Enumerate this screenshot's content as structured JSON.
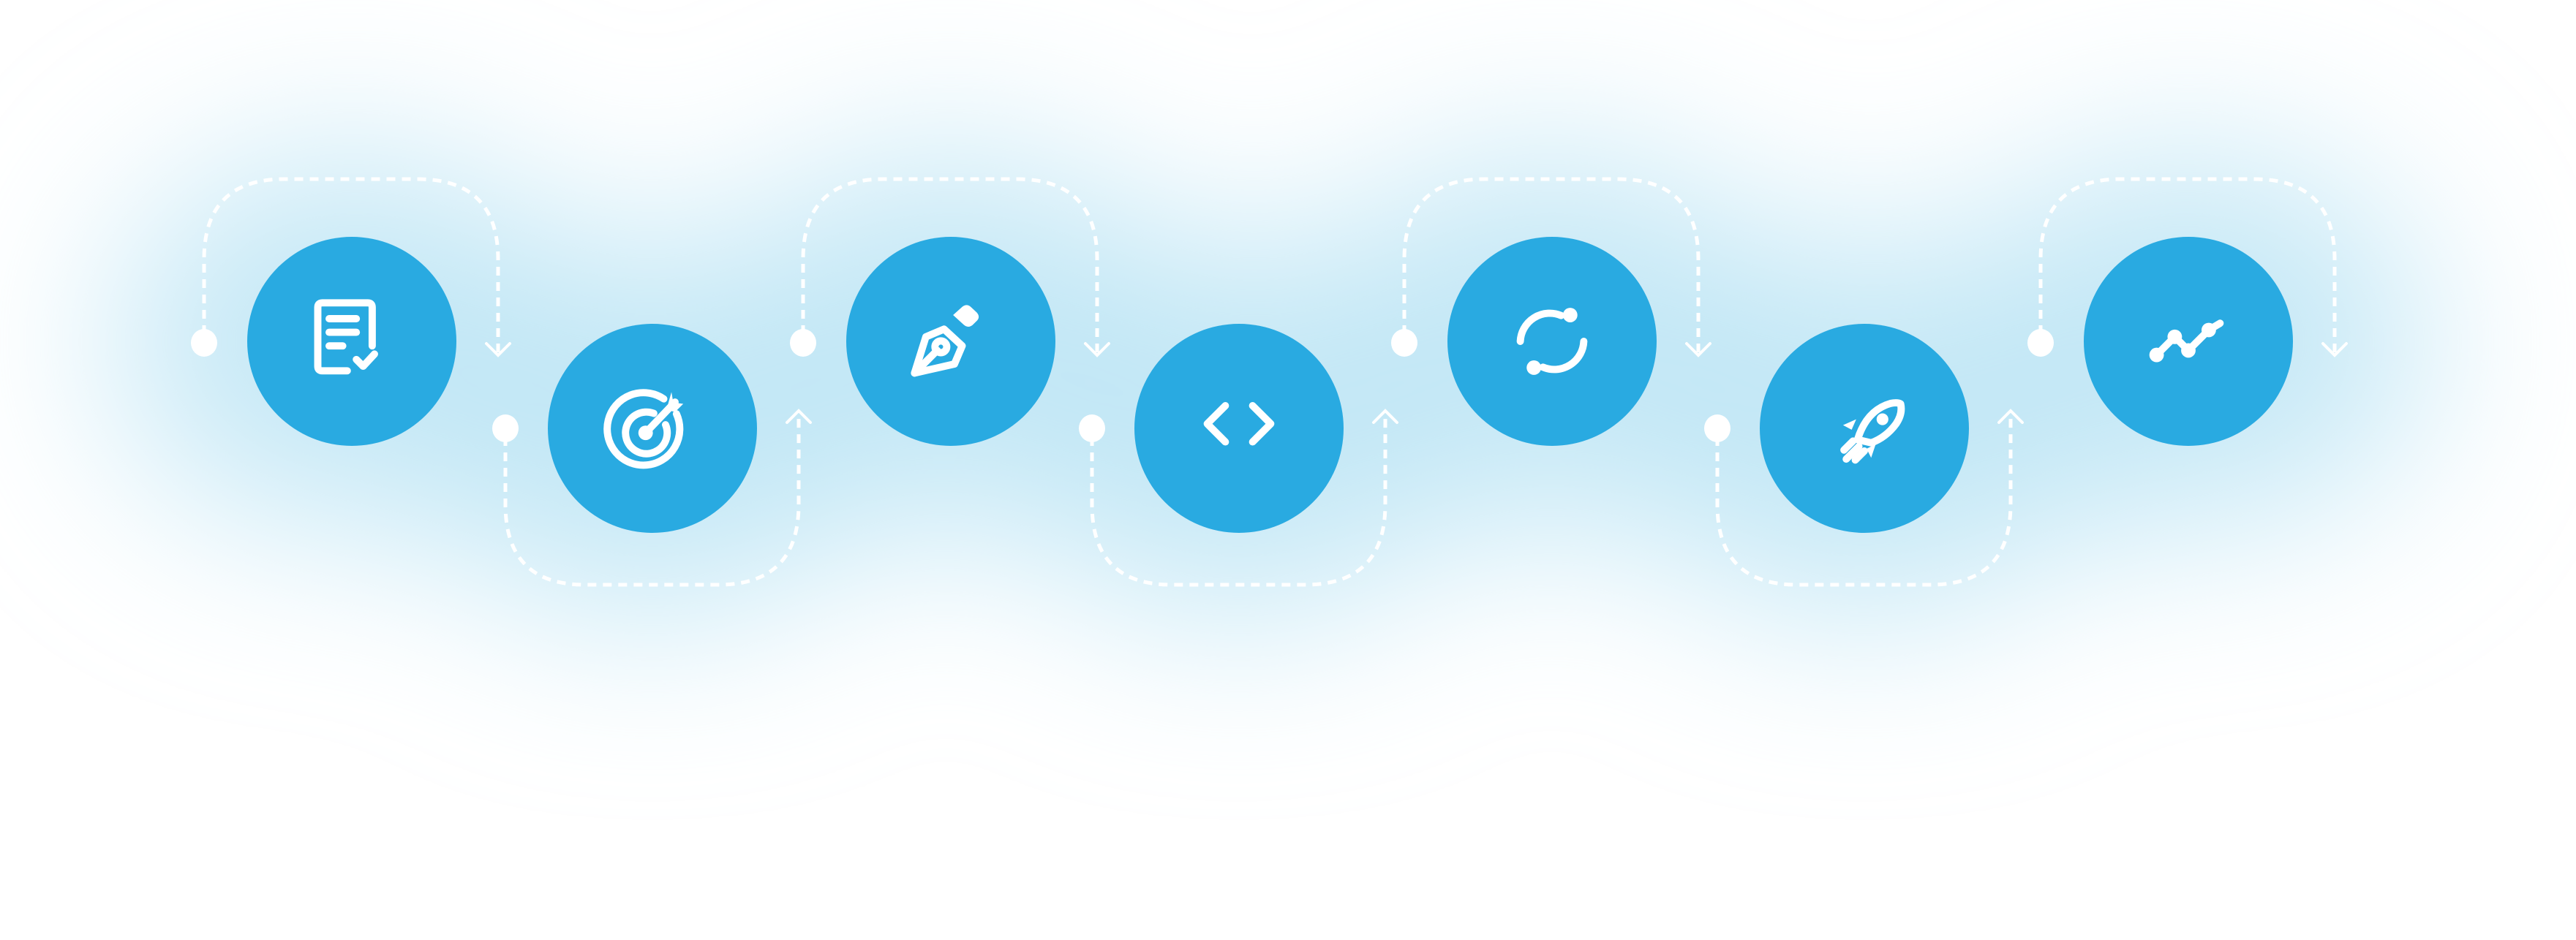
{
  "colors": {
    "circle": "#29aae1",
    "glow": "#bfe5f5",
    "connector": "#ffffff",
    "background": "#ffffff"
  },
  "steps": [
    {
      "icon": "document-check-icon",
      "row": "top"
    },
    {
      "icon": "target-arrow-icon",
      "row": "bottom"
    },
    {
      "icon": "pen-tool-icon",
      "row": "top"
    },
    {
      "icon": "code-brackets-icon",
      "row": "bottom"
    },
    {
      "icon": "sync-refresh-icon",
      "row": "top"
    },
    {
      "icon": "rocket-launch-icon",
      "row": "bottom"
    },
    {
      "icon": "growth-chart-icon",
      "row": "top"
    }
  ]
}
